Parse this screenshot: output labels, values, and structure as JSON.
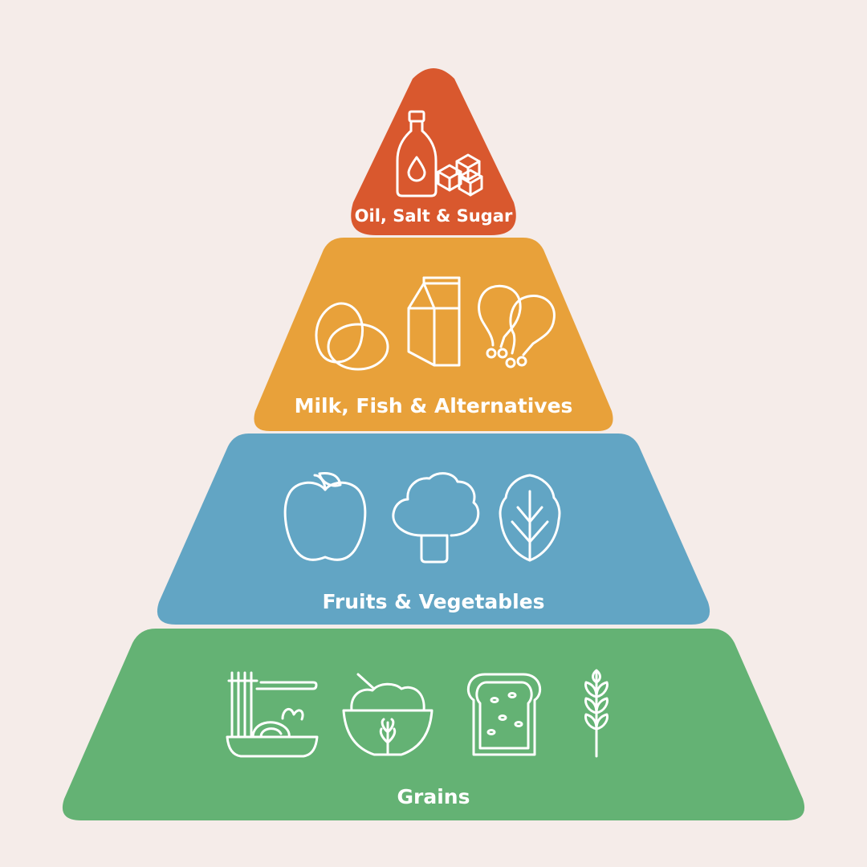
{
  "colors": {
    "background": "#f5ece9",
    "tier_top": "#d9582e",
    "tier_second": "#e8a13a",
    "tier_third": "#62a5c4",
    "tier_bottom": "#64b274",
    "icon_stroke": "#ffffff"
  },
  "tiers": [
    {
      "label": "Oil, Salt & Sugar",
      "icons": [
        "oil-bottle-icon",
        "sugar-cubes-icon"
      ]
    },
    {
      "label": "Milk, Fish & Alternatives",
      "icons": [
        "eggs-icon",
        "milk-carton-icon",
        "chicken-drumsticks-icon"
      ]
    },
    {
      "label": "Fruits & Vegetables",
      "icons": [
        "apple-icon",
        "broccoli-icon",
        "lettuce-icon"
      ]
    },
    {
      "label": "Grains",
      "icons": [
        "noodles-icon",
        "rice-bowl-icon",
        "bread-slice-icon",
        "wheat-icon"
      ]
    }
  ]
}
